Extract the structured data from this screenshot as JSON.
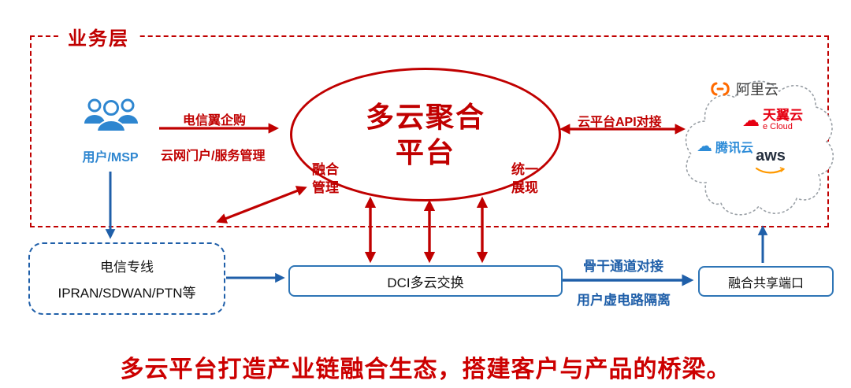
{
  "colors": {
    "red": "#c00000",
    "slogan_red": "#cc0000",
    "blue": "#1f5fa9",
    "box_blue": "#2e75b6",
    "light_blue": "#2e86d0",
    "ali_orange": "#ff6a00",
    "aws_orange": "#ff9900",
    "tianyi_red": "#e60012",
    "tencent_blue": "#2d8cd8"
  },
  "icons": {
    "cloud_glyph": "☁"
  },
  "business_layer": {
    "label": "业务层"
  },
  "user": {
    "label": "用户/MSP"
  },
  "edges": {
    "purchase_label": "电信翼企购",
    "portal_label": "云网门户/服务管理",
    "api_label": "云平台API对接",
    "backbone_label": "骨干通道对接",
    "isolation_label": "用户虚电路隔离"
  },
  "platform": {
    "title_line1": "多云聚合",
    "title_line2": "平台",
    "left_note": {
      "line1": "融合",
      "line2": "管理"
    },
    "right_note": {
      "line1": "统一",
      "line2": "展现"
    }
  },
  "cloud_providers": {
    "aliyun": {
      "name": "阿里云"
    },
    "tianyiyun": {
      "name": "天翼云",
      "sub": "e Cloud"
    },
    "tencent": {
      "name": "腾讯云"
    },
    "aws": {
      "name": "aws"
    }
  },
  "boxes": {
    "leased_line": {
      "line1": "电信专线",
      "line2": "IPRAN/SDWAN/PTN等"
    },
    "dci": {
      "label": "DCI多云交换"
    },
    "shared_port": {
      "label": "融合共享端口"
    }
  },
  "slogan": "多云平台打造产业链融合生态，搭建客户与产品的桥梁。"
}
